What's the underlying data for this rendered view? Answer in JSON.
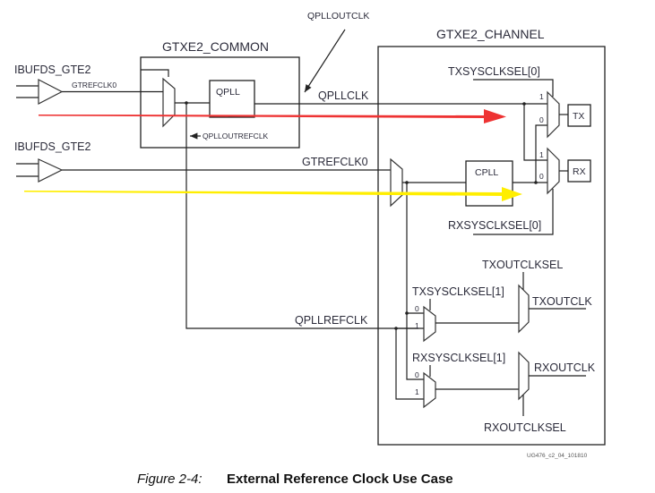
{
  "blocks": {
    "common_title": "GTXE2_COMMON",
    "channel_title": "GTXE2_CHANNEL",
    "qpll": "QPLL",
    "cpll": "CPLL",
    "tx": "TX",
    "rx": "RX"
  },
  "buffers": {
    "ibufds_top": "IBUFDS_GTE2",
    "ibufds_bottom": "IBUFDS_GTE2"
  },
  "signals": {
    "gtrefclk0_common": "GTREFCLK0",
    "gtrefclk0_channel": "GTREFCLK0",
    "qplloutclk": "QPLLOUTCLK",
    "qplloutrefclk": "QPLLOUTREFCLK",
    "qpllclk": "QPLLCLK",
    "qpllrefclk": "QPLLREFCLK",
    "txsysclksel0": "TXSYSCLKSEL[0]",
    "rxsysclksel0": "RXSYSCLKSEL[0]",
    "txsysclksel1": "TXSYSCLKSEL[1]",
    "rxsysclksel1": "RXSYSCLKSEL[1]",
    "txoutclksel": "TXOUTCLKSEL",
    "rxoutclksel": "RXOUTCLKSEL",
    "txoutclk": "TXOUTCLK",
    "rxoutclk": "RXOUTCLK"
  },
  "mux_inputs": {
    "one": "1",
    "zero": "0"
  },
  "highlights": {
    "qpll_path_color": "#ee3333",
    "cpll_path_color": "#ffee00"
  },
  "figure": {
    "doc_id": "UG476_c2_04_101810",
    "number": "Figure 2-4:",
    "title": "External Reference Clock Use Case"
  }
}
